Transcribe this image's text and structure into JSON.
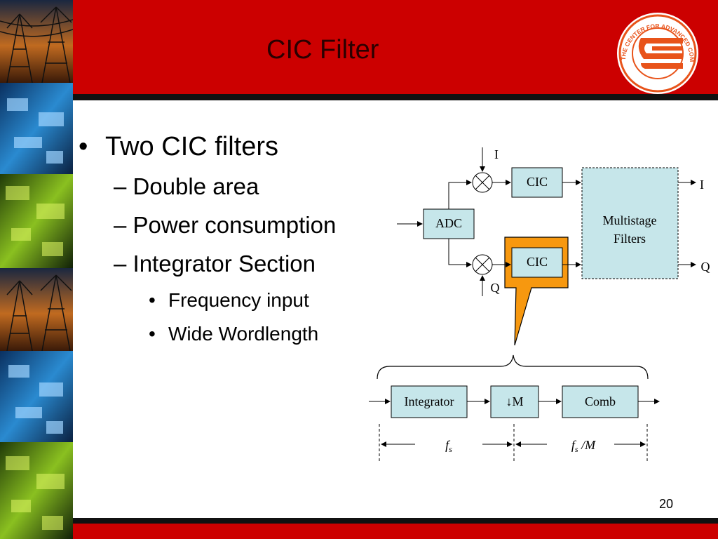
{
  "slide": {
    "title": "CIC Filter",
    "page_number": "20"
  },
  "logo": {
    "text": "THE CENTER FOR ADVANCED COMPUTER STUDIES"
  },
  "bullets": {
    "level1": "Two CIC filters",
    "level2": [
      "– Double area",
      "– Power consumption",
      "– Integrator Section"
    ],
    "level3": [
      "Frequency input",
      "Wide Wordlength"
    ]
  },
  "diagram": {
    "adc": "ADC",
    "cic_top": "CIC",
    "cic_bottom": "CIC",
    "multistage": [
      "Multistage",
      "Filters"
    ],
    "input_i": "I",
    "input_q": "Q",
    "output_i": "I",
    "output_q": "Q",
    "integrator": "Integrator",
    "downsample": "↓M",
    "comb": "Comb",
    "rate_left": "f",
    "rate_left_sub": "s",
    "rate_right": "f",
    "rate_right_sub": "s",
    "rate_right_suffix": " /M"
  },
  "colors": {
    "header_red": "#cc0000",
    "block_fill": "#c6e6ea",
    "highlight_orange": "#f7980f"
  }
}
